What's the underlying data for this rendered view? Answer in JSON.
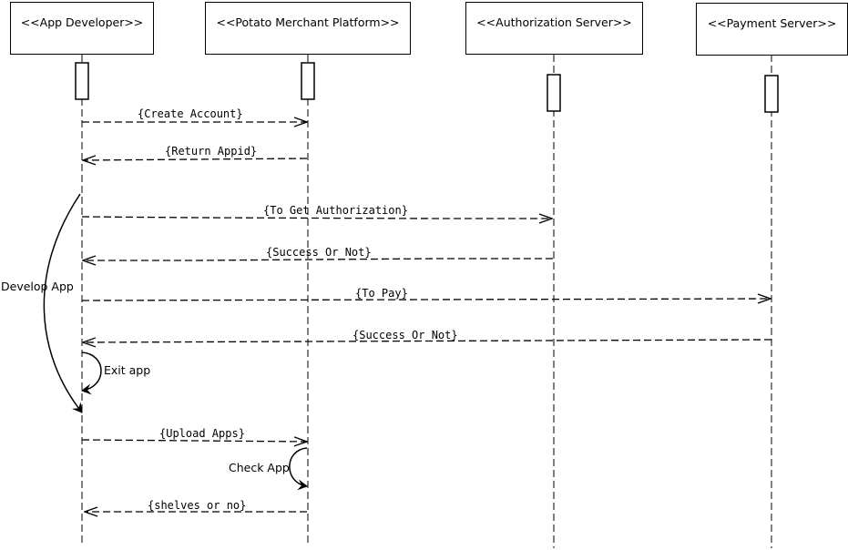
{
  "actors": [
    {
      "id": "app-developer",
      "label": "<<App Developer>>"
    },
    {
      "id": "potato-merchant-platform",
      "label": "<<Potato Merchant Platform>>"
    },
    {
      "id": "authorization-server",
      "label": "<<Authorization Server>>"
    },
    {
      "id": "payment-server",
      "label": "<<Payment Server>>"
    }
  ],
  "messages": [
    {
      "label": "{Create Account}"
    },
    {
      "label": "{Return Appid}"
    },
    {
      "label": "{To Get Authorization}"
    },
    {
      "label": "{Success Or Not}"
    },
    {
      "label": "{To Pay}"
    },
    {
      "label": "{Success Or Not}"
    },
    {
      "label": "{Upload Apps}"
    },
    {
      "label": "{shelves or no}"
    }
  ],
  "notes": {
    "develop_app": "Develop App",
    "exit_app": "Exit app",
    "check_app": "Check App"
  }
}
